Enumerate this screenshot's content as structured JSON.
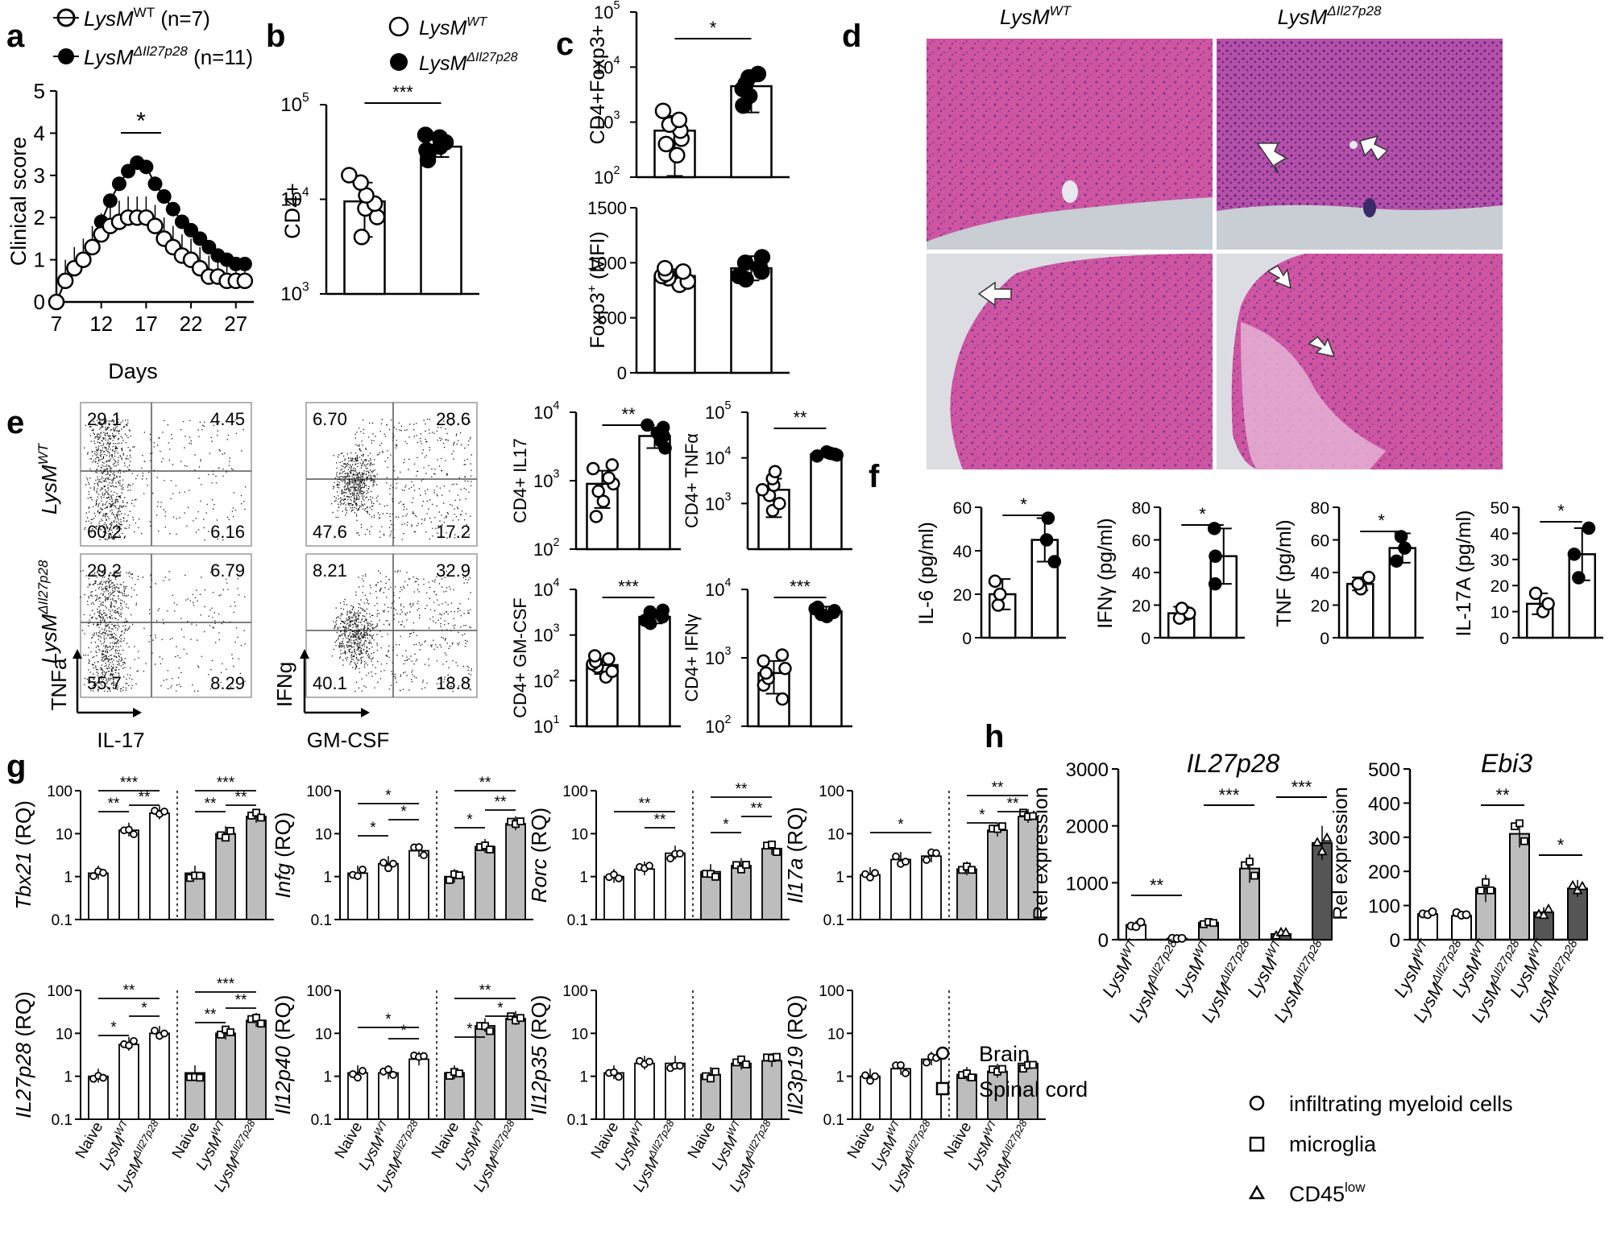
{
  "panel_letters": {
    "a": "a",
    "b": "b",
    "c": "c",
    "d": "d",
    "e": "e",
    "f": "f",
    "g": "g",
    "h": "h"
  },
  "legend": {
    "wt_base": "LysM",
    "wt_sup": "WT",
    "wt_n": " (n=7)",
    "ko_base": "LysM",
    "ko_sup": "ΔIl27p28",
    "ko_n": " (n=11)"
  },
  "colors": {
    "wt_fill": "#ffffff",
    "ko_fill": "#000000",
    "sc_bar": "#bdbdbd",
    "cd45_bar": "#555555",
    "he_pink": "#d1589a",
    "he_purple": "#8a44a8",
    "he_bg": "#c9cdd4"
  },
  "star1": "*",
  "star2": "**",
  "star3": "***",
  "panel_a": {
    "xlabel": "Days",
    "ylabel": "Clinical score",
    "xticks": [
      "7",
      "12",
      "17",
      "22",
      "27"
    ],
    "yticks": [
      "0",
      "1",
      "2",
      "3",
      "4",
      "5"
    ]
  },
  "panel_b": {
    "ylabel": "CD4+",
    "yticks": [
      "10",
      "10",
      "10"
    ],
    "yexp": [
      "3",
      "4",
      "5"
    ]
  },
  "panel_c": {
    "ylabel_top": "CD4+Foxp3+",
    "yexp_top": [
      "2",
      "3",
      "4",
      "5"
    ],
    "ylabel_bot_base": "Foxp3",
    "ylabel_bot_sup": "+",
    "ylabel_bot_rest": " (MFI)",
    "yticks_bot": [
      "0",
      "500",
      "1000",
      "1500"
    ]
  },
  "panel_d": {
    "col_wt_base": "LysM",
    "col_wt_sup": "WT",
    "col_ko_base": "LysM",
    "col_ko_sup": "ΔIl27p28"
  },
  "panel_e": {
    "row_wt_base": "LysM",
    "row_wt_sup": "WT",
    "row_ko_base": "LysM",
    "row_ko_sup": "ΔIl27p28",
    "flow_x1": "IL-17",
    "flow_y1": "TNFa",
    "flow_x2": "GM-CSF",
    "flow_y2": "IFNg",
    "q_wt_1": [
      "29.1",
      "4.45",
      "60.2",
      "6.16"
    ],
    "q_ko_1": [
      "29.2",
      "6.79",
      "55.7",
      "8.29"
    ],
    "q_wt_2": [
      "6.70",
      "28.6",
      "47.6",
      "17.2"
    ],
    "q_ko_2": [
      "8.21",
      "32.9",
      "40.1",
      "18.8"
    ],
    "plots": [
      {
        "label": "CD4+ IL17",
        "exp": [
          "2",
          "3",
          "4"
        ],
        "star": "**"
      },
      {
        "label": "CD4+ TNFα",
        "exp": [
          "3",
          "4",
          "5"
        ],
        "star": "**"
      },
      {
        "label": "CD4+ GM-CSF",
        "exp": [
          "1",
          "2",
          "3",
          "4"
        ],
        "star": "***"
      },
      {
        "label": "CD4+ IFNγ",
        "exp": [
          "2",
          "3",
          "4"
        ],
        "star": "***"
      }
    ]
  },
  "panel_f": {
    "plots": [
      {
        "label": "IL-6 (pg/ml)",
        "yticks": [
          "0",
          "20",
          "40",
          "60"
        ]
      },
      {
        "label": "IFNγ (pg/ml)",
        "yticks": [
          "0",
          "20",
          "40",
          "60",
          "80"
        ]
      },
      {
        "label": "TNF (pg/ml)",
        "yticks": [
          "0",
          "20",
          "40",
          "60",
          "80"
        ]
      },
      {
        "label": "IL-17A (pg/ml)",
        "yticks": [
          "0",
          "10",
          "20",
          "30",
          "40",
          "50"
        ]
      }
    ]
  },
  "panel_g": {
    "yticks": [
      "100",
      "10",
      "1",
      "0.1"
    ],
    "genes_top": [
      "Tbx21",
      "Infg",
      "Rorc",
      "Il17a"
    ],
    "genes_bot": [
      "IL27p28",
      "Il12p40",
      "Il12p35",
      "Il23p19"
    ],
    "rq": " (RQ)",
    "xcat_naive": "Naive",
    "xcat_wt": "LysM",
    "xcat_wt_sup": "WT",
    "xcat_ko": "LysM",
    "xcat_ko_sup": "ΔIl27p28"
  },
  "panel_g_legend": {
    "brain": "Brain",
    "spinal": "Spinal cord"
  },
  "panel_h": {
    "ylabel": "Rel expression",
    "title1": "IL27p28",
    "yticks1": [
      "0",
      "1000",
      "2000",
      "3000"
    ],
    "title2": "Ebi3",
    "yticks2": [
      "0",
      "100",
      "200",
      "300",
      "400",
      "500"
    ],
    "xwt": "LysM",
    "xwt_sup": "WT",
    "xko": "LysM",
    "xko_sup": "ΔIl27p28"
  },
  "panel_h_legend": {
    "myeloid": "infiltrating myeloid cells",
    "microglia": "microglia",
    "cd45_base": "CD45",
    "cd45_sup": "low"
  }
}
